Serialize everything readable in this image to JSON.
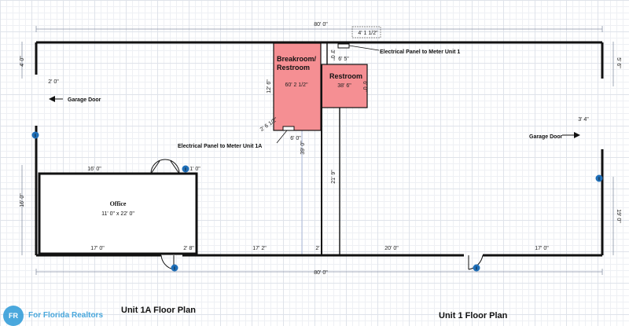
{
  "titles": {
    "unit_1a": "Unit 1A Floor Plan",
    "unit_1": "Unit 1 Floor Plan"
  },
  "watermark": {
    "logo": "FR",
    "text": "For Florida Realtors"
  },
  "rooms": {
    "office_name": "Office",
    "office_size": "11' 0\" x 22' 0\"",
    "breakroom_line1": "Breakroom/",
    "breakroom_line2": "Restroom",
    "restroom": "Restroom"
  },
  "labels": {
    "garage_door_left": "Garage Door",
    "garage_door_right": "Garage Door",
    "panel_unit_1": "Electrical Panel to Meter Unit 1",
    "panel_unit_1a": "Electrical Panel to Meter Unit 1A"
  },
  "dimensions": {
    "top_total": "80' 0\"",
    "bottom_total": "80' 0\"",
    "left_top": "4' 0\"",
    "left_bottom": "16' 0\"",
    "right_top": "5' 6\"",
    "right_bottom": "19' 0\"",
    "garage_left_width": "2' 0\"",
    "garage_right_width": "3' 4\"",
    "office_width": "16' 0\"",
    "office_door": "1' 0\"",
    "office_bottom": "17' 0\"",
    "gap_bottom": "2' 8\"",
    "mid_bottom": "17' 2\"",
    "small_bottom": "2'",
    "right_bottom_1": "20' 0\"",
    "right_bottom_2": "17' 0\"",
    "breakroom_height": "12' 6\"",
    "breakroom_width": "60' 2 1/2\"",
    "breakroom_diag": "2' 6 1/2\"",
    "breakroom_bottom": "6' 0\"",
    "restroom_width": "38' 6\"",
    "restroom_height": "6' 0\"",
    "top_gap": "3' 0\"",
    "top_gap_width": "6' 5\"",
    "panel_box": "4' 1 1/2\"",
    "wall_vertical": "39' 0\"",
    "corridor_vertical": "21' 9\""
  },
  "icons": [
    "info-icon",
    "door-swing-icon",
    "arrow-icon"
  ]
}
